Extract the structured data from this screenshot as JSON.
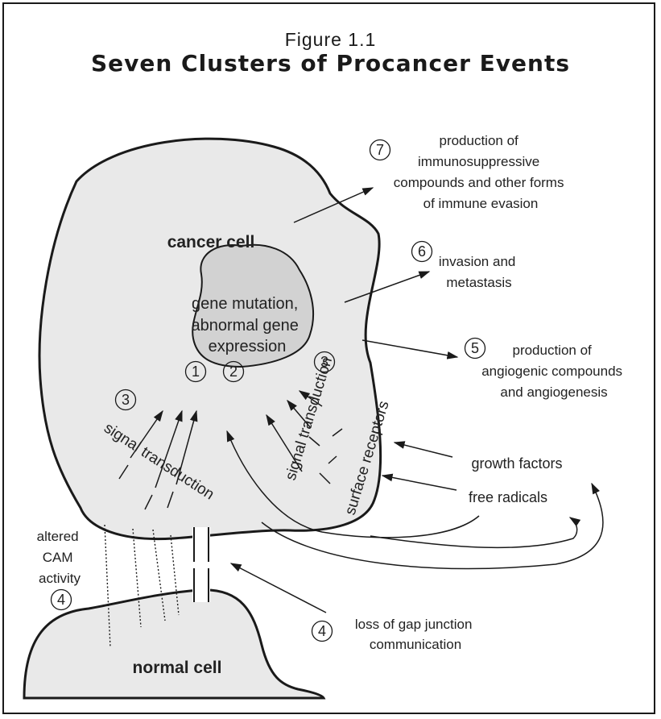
{
  "figure": {
    "label": "Figure 1.1",
    "title": "Seven Clusters of Procancer Events"
  },
  "cells": {
    "cancer": "cancer cell",
    "normal": "normal cell",
    "nucleus": [
      "gene mutation,",
      "abnormal gene",
      "expression"
    ]
  },
  "markers": {
    "m1": "1",
    "m2": "2",
    "m3a": "3",
    "m3b": "3",
    "m4a": "4",
    "m4b": "4",
    "m5": "5",
    "m6": "6",
    "m7": "7"
  },
  "labels": {
    "event7": [
      "production of",
      "immunosuppressive",
      "compounds and other forms",
      "of immune evasion"
    ],
    "event6": [
      "invasion and",
      "metastasis"
    ],
    "event5": [
      "production of",
      "angiogenic compounds",
      "and angiogenesis"
    ],
    "signal_left": "signal transduction",
    "signal_right": "signal transduction",
    "surface_receptors": "surface receptors",
    "growth_factors": "growth factors",
    "free_radicals": "free radicals",
    "cam": [
      "altered",
      "CAM",
      "activity"
    ],
    "gap_junction": [
      "loss of gap junction",
      "communication"
    ]
  },
  "colors": {
    "cancer_fill": "#e9e9e9",
    "nucleus_fill": "#d2d2d2",
    "stroke": "#1a1a1a"
  }
}
